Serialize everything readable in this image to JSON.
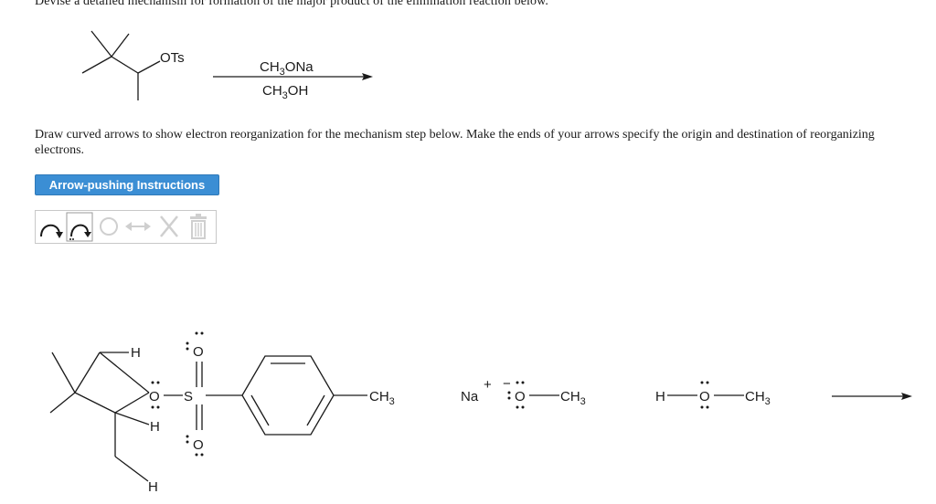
{
  "question": {
    "prompt_1": "Devise a detailed mechanism for formation of the major product of the elimination reaction below.",
    "prompt_2": "Draw curved arrows to show electron reorganization for the mechanism step below. Make the ends of your arrows specify the origin and destination of reorganizing electrons."
  },
  "reaction": {
    "leaving_group": "OTs",
    "reagent_top": {
      "main": "CH",
      "sub": "3",
      "tail": "ONa"
    },
    "reagent_bottom": {
      "main": "CH",
      "sub": "3",
      "tail": "OH"
    }
  },
  "instructions_button": {
    "label": "Arrow-pushing Instructions"
  },
  "toolbar": {
    "tools": [
      "curved-arrow-two-electron-icon",
      "curved-arrow-one-electron-icon",
      "lasso-select-icon",
      "resonance-arrow-icon",
      "erase-x-icon",
      "trash-icon"
    ]
  },
  "mechanism": {
    "substrate_labels": {
      "h1": "H",
      "o_ester": "O",
      "s": "S",
      "o_top": "O",
      "o_bottom": "O",
      "h2": "H",
      "h3": "H",
      "ch3": {
        "main": "CH",
        "sub": "3"
      }
    },
    "sodium_methoxide": {
      "na": "Na",
      "na_charge": "+",
      "o": "O",
      "o_charge": "−",
      "ch3": {
        "main": "CH",
        "sub": "3"
      }
    },
    "methanol": {
      "h": "H",
      "o": "O",
      "ch3": {
        "main": "CH",
        "sub": "3"
      }
    }
  }
}
